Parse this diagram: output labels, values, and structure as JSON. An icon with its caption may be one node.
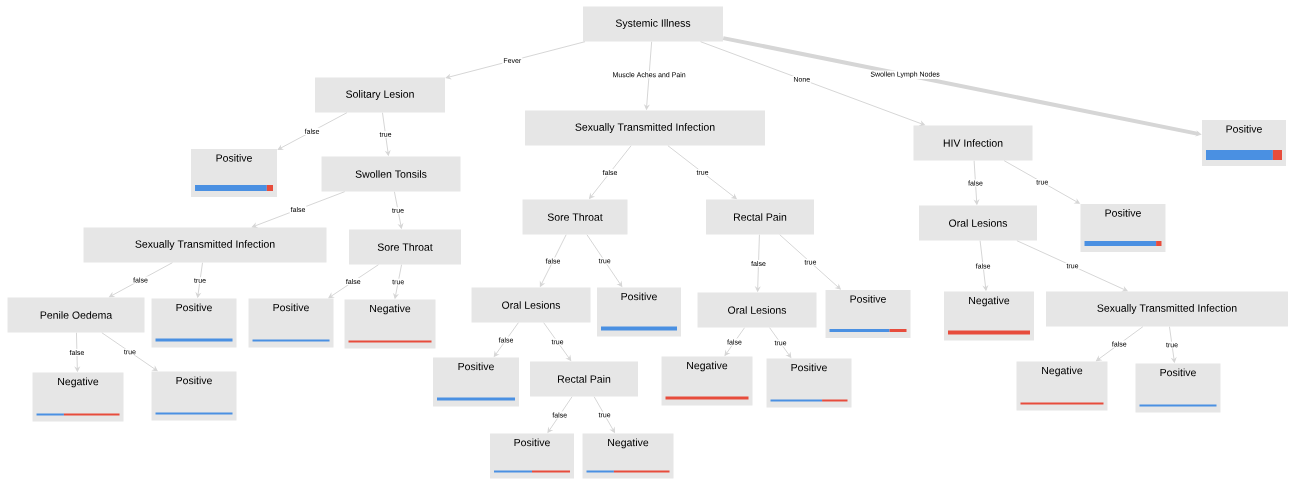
{
  "diagram": {
    "nodes": [
      {
        "text": [
          "Systemic Illness"
        ]
      },
      {
        "text": [
          "Solitary Lesion"
        ]
      },
      {
        "text": [
          "Sexually Transmitted Infection"
        ]
      },
      {
        "text": [
          "HIV Infection"
        ]
      },
      {
        "text": [
          "Positive"
        ]
      },
      {
        "text": [
          "Positive"
        ]
      },
      {
        "text": [
          "Swollen Tonsils"
        ]
      },
      {
        "text": [
          "Sore Throat"
        ]
      },
      {
        "text": [
          "Rectal Pain"
        ]
      },
      {
        "text": [
          "Oral Lesions"
        ]
      },
      {
        "text": [
          "Positive"
        ]
      },
      {
        "text": [
          "Sexually Transmitted Infection"
        ]
      },
      {
        "text": [
          "Sore Throat"
        ]
      },
      {
        "text": [
          "Penile Oedema"
        ]
      },
      {
        "text": [
          "Positive"
        ]
      },
      {
        "text": [
          "Positive"
        ]
      },
      {
        "text": [
          "Negative"
        ]
      },
      {
        "text": [
          "Oral Lesions"
        ]
      },
      {
        "text": [
          "Positive"
        ]
      },
      {
        "text": [
          "Oral Lesions"
        ]
      },
      {
        "text": [
          "Positive"
        ]
      },
      {
        "text": [
          "Negative"
        ]
      },
      {
        "text": [
          "Sexually Transmitted Infection"
        ]
      },
      {
        "text": [
          "Negative"
        ]
      },
      {
        "text": [
          "Positive"
        ]
      },
      {
        "text": [
          "Positive"
        ]
      },
      {
        "text": [
          "Rectal Pain"
        ]
      },
      {
        "text": [
          "Negative"
        ]
      },
      {
        "text": [
          "Positive"
        ]
      },
      {
        "text": [
          "Negative"
        ]
      },
      {
        "text": [
          "Positive"
        ]
      },
      {
        "text": [
          "Positive"
        ]
      },
      {
        "text": [
          "Negative"
        ]
      }
    ],
    "edges": [
      {
        "from": 0,
        "to": 1,
        "arrow": "to",
        "label": "Fever"
      },
      {
        "from": 0,
        "to": 2,
        "arrow": "to",
        "label": "Muscle Aches and Pain"
      },
      {
        "from": 0,
        "to": 3,
        "arrow": "to",
        "label": "None"
      },
      {
        "from": 0,
        "to": 4,
        "arrow": "to",
        "label": "Swollen Lymph Nodes",
        "style": "thick"
      },
      {
        "from": 1,
        "to": 5,
        "arrow": "to",
        "label": "false"
      },
      {
        "from": 1,
        "to": 6,
        "arrow": "to",
        "label": "true"
      },
      {
        "from": 2,
        "to": 7,
        "arrow": "to",
        "label": "false"
      },
      {
        "from": 2,
        "to": 8,
        "arrow": "to",
        "label": "true"
      },
      {
        "from": 3,
        "to": 9,
        "arrow": "to",
        "label": "false"
      },
      {
        "from": 3,
        "to": 10,
        "arrow": "to",
        "label": "true"
      },
      {
        "from": 6,
        "to": 11,
        "arrow": "to",
        "label": "false"
      },
      {
        "from": 6,
        "to": 12,
        "arrow": "to",
        "label": "true"
      },
      {
        "from": 11,
        "to": 13,
        "arrow": "to",
        "label": "false"
      },
      {
        "from": 11,
        "to": 14,
        "arrow": "to",
        "label": "true"
      },
      {
        "from": 12,
        "to": 15,
        "arrow": "to",
        "label": "false"
      },
      {
        "from": 12,
        "to": 16,
        "arrow": "to",
        "label": "true"
      },
      {
        "from": 7,
        "to": 17,
        "arrow": "to",
        "label": "false"
      },
      {
        "from": 7,
        "to": 18,
        "arrow": "to",
        "label": "true"
      },
      {
        "from": 8,
        "to": 19,
        "arrow": "to",
        "label": "false"
      },
      {
        "from": 8,
        "to": 20,
        "arrow": "to",
        "label": "true"
      },
      {
        "from": 9,
        "to": 21,
        "arrow": "to",
        "label": "false"
      },
      {
        "from": 9,
        "to": 22,
        "arrow": "to",
        "label": "true"
      },
      {
        "from": 13,
        "to": 23,
        "arrow": "to",
        "label": "false"
      },
      {
        "from": 13,
        "to": 24,
        "arrow": "to",
        "label": "true"
      },
      {
        "from": 17,
        "to": 25,
        "arrow": "to",
        "label": "false"
      },
      {
        "from": 17,
        "to": 26,
        "arrow": "to",
        "label": "true"
      },
      {
        "from": 19,
        "to": 27,
        "arrow": "to",
        "label": "false"
      },
      {
        "from": 19,
        "to": 28,
        "arrow": "to",
        "label": "true"
      },
      {
        "from": 22,
        "to": 29,
        "arrow": "to",
        "label": "false"
      },
      {
        "from": 22,
        "to": 30,
        "arrow": "to",
        "label": "true"
      },
      {
        "from": 26,
        "to": 31,
        "arrow": "to",
        "label": "false"
      },
      {
        "from": 26,
        "to": 32,
        "arrow": "to",
        "label": "true"
      }
    ]
  }
}
